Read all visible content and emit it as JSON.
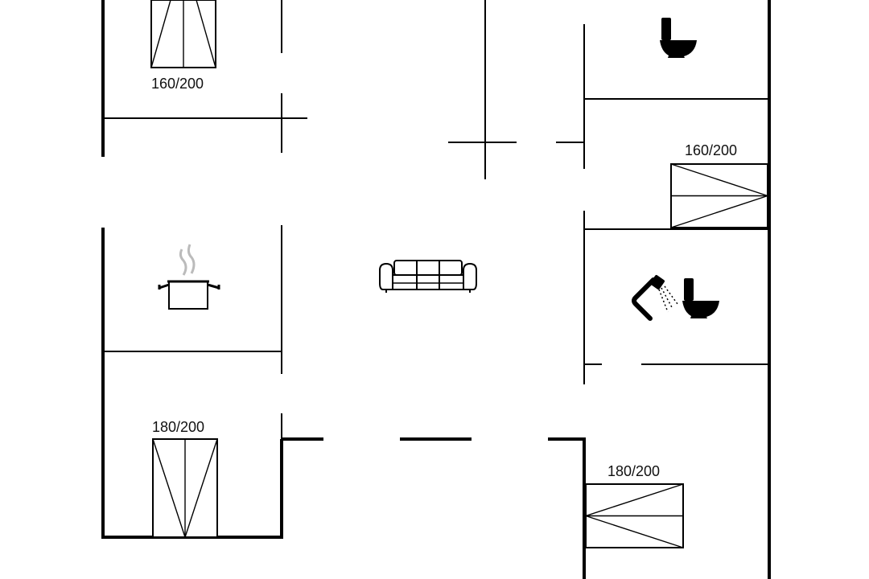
{
  "bed_labels": {
    "bed_top_left": "160/200",
    "bed_right_upper": "160/200",
    "bed_bottom_left": "180/200",
    "bed_bottom_right": "180/200"
  },
  "icons": [
    "toilet-icon",
    "cooking-pot-icon",
    "sofa-icon",
    "shower-icon",
    "toilet-icon"
  ],
  "colors": {
    "line": "#000000",
    "background": "#ffffff",
    "steam": "#bbbbbb"
  }
}
